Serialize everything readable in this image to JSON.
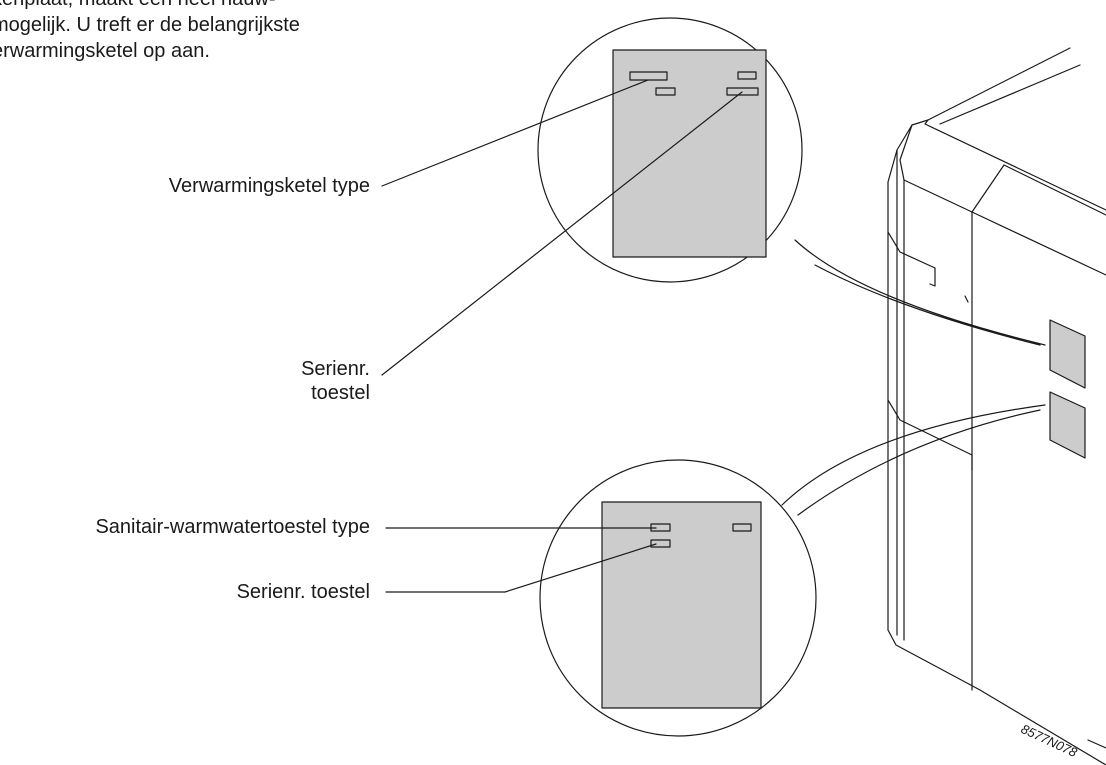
{
  "intro": {
    "lines": [
      "kenplaat, maakt een heel nauw-",
      "mogelijk. U treft er de belangrijkste",
      "erwarmingsketel op aan."
    ]
  },
  "callouts": {
    "boiler_type": "Verwarmingsketel type",
    "serial_top_line1": "Serienr.",
    "serial_top_line2": "toestel",
    "dhw_type": "Sanitair-warmwatertoestel type",
    "serial_bottom": "Serienr. toestel"
  },
  "figure_code": "8577N078",
  "colors": {
    "plate_fill": "#cccccc",
    "line": "#1a1a1a"
  }
}
